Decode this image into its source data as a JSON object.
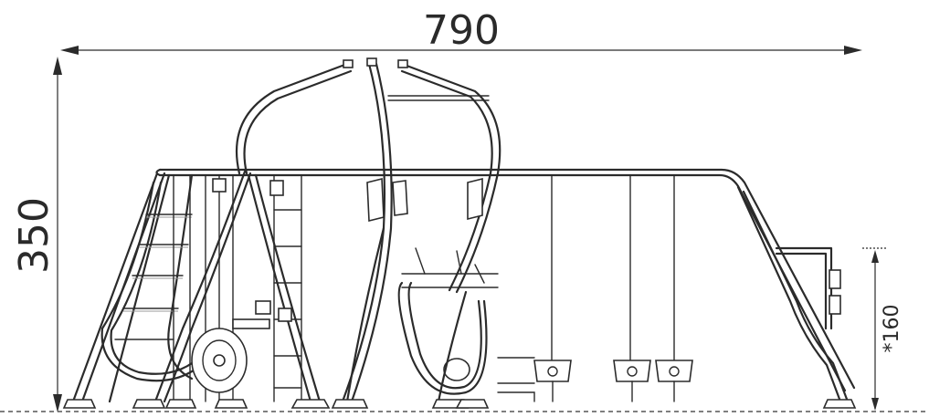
{
  "dimensions": {
    "width_label": "790",
    "height_label": "350",
    "platform_label": "*160"
  }
}
